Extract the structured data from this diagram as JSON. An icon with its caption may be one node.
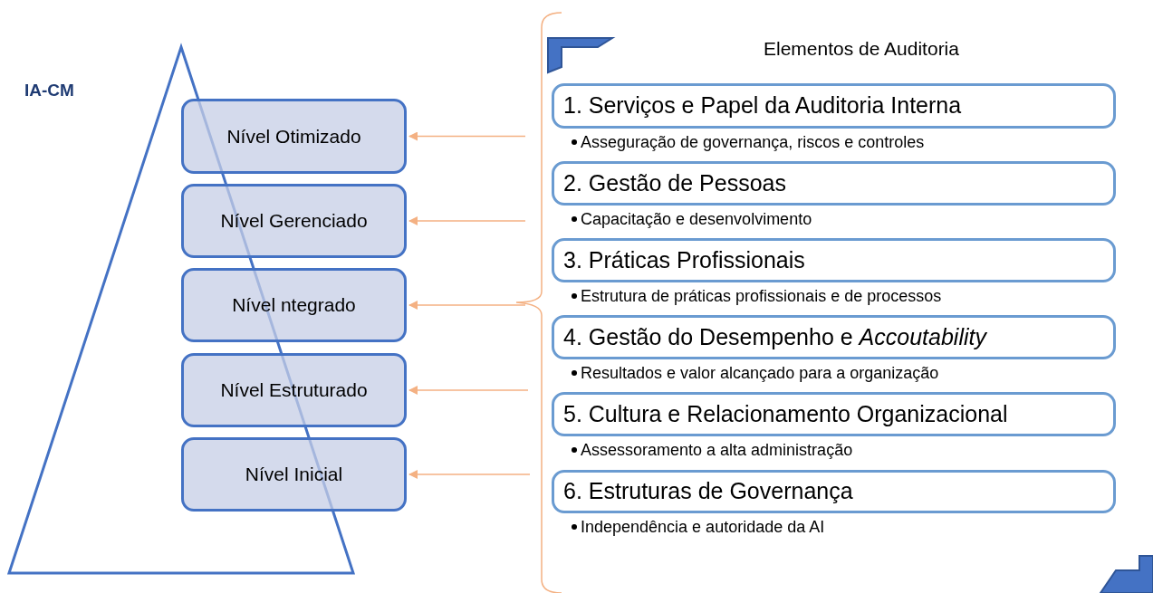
{
  "diagram": {
    "nodes": [
      {
        "text": [
          "Nível Otimizado"
        ]
      },
      {
        "text": [
          "Nível Gerenciado"
        ]
      },
      {
        "text": [
          "Nível ntegrado"
        ]
      },
      {
        "text": [
          "Nível Estruturado"
        ]
      },
      {
        "text": [
          "Nível Inicial"
        ]
      },
      {
        "text": [
          "1. Serviços e Papel da Auditoria Interna"
        ],
        "beside": [
          "Asseguração de governança, riscos e controles"
        ]
      },
      {
        "text": [
          "2. Gestão de Pessoas"
        ],
        "beside": [
          "Capacitação e desenvolvimento"
        ]
      },
      {
        "text": [
          "3. Práticas Profissionais"
        ],
        "beside": [
          "Estrutura de práticas profissionais e de processos"
        ]
      },
      {
        "text": [
          "4. Gestão do Desempenho e *Accoutability*"
        ],
        "beside": [
          "Resultados e valor alcançado para a organização"
        ]
      },
      {
        "text": [
          "5. Cultura e Relacionamento Organizacional"
        ],
        "beside": [
          "Assessoramento a alta administração"
        ]
      },
      {
        "text": [
          "6. Estruturas de Governança"
        ],
        "beside": [
          "Independência e autoridade da AI"
        ]
      }
    ],
    "edges": [
      {
        "from": null,
        "to": 0,
        "arrow": "to"
      },
      {
        "from": null,
        "to": 1,
        "arrow": "to"
      },
      {
        "from": null,
        "to": 2,
        "arrow": "to"
      },
      {
        "from": null,
        "to": 3,
        "arrow": "to"
      },
      {
        "from": null,
        "to": 4,
        "arrow": "to"
      }
    ],
    "labels": [
      "IA-CM",
      "Elementos de Auditoria"
    ]
  }
}
